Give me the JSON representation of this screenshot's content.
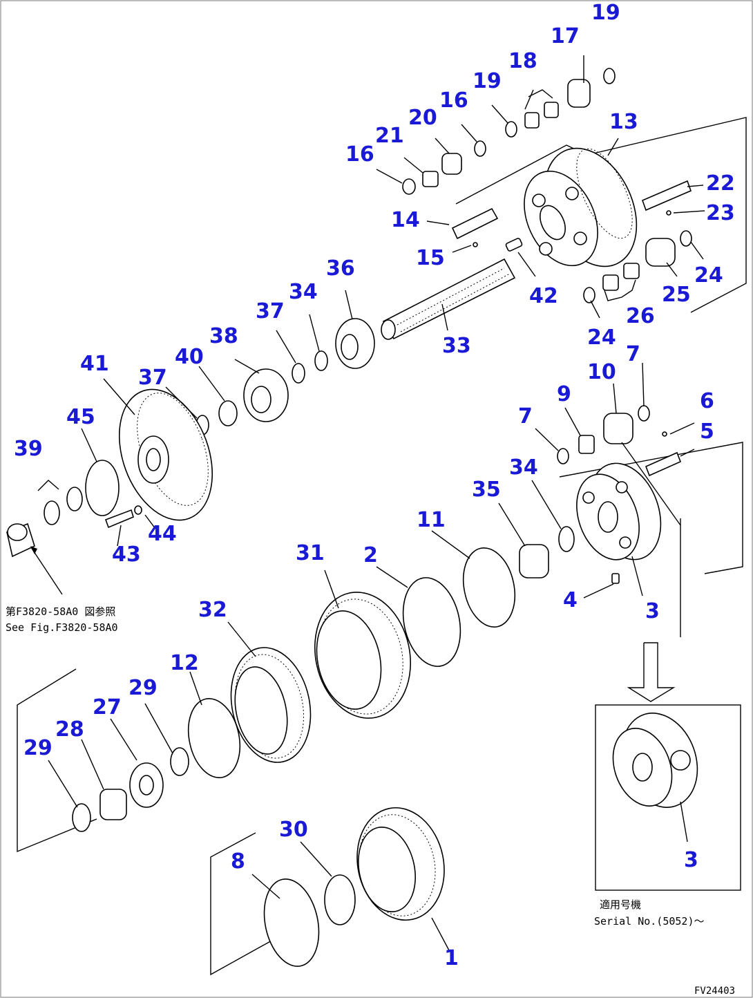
{
  "callouts": [
    "1",
    "2",
    "3",
    "3",
    "3",
    "4",
    "5",
    "6",
    "7",
    "7",
    "8",
    "9",
    "10",
    "11",
    "12",
    "13",
    "14",
    "15",
    "16",
    "16",
    "17",
    "18",
    "19",
    "19",
    "20",
    "21",
    "22",
    "23",
    "24",
    "24",
    "25",
    "26",
    "27",
    "28",
    "29",
    "29",
    "30",
    "31",
    "32",
    "33",
    "34",
    "34",
    "35",
    "36",
    "37",
    "37",
    "38",
    "39",
    "40",
    "41",
    "42",
    "43",
    "44",
    "45"
  ],
  "notes": {
    "ref_jp": "第F3820-58A0 図参照",
    "ref_en": "See Fig.F3820-58A0",
    "serial_jp": "適用号機",
    "serial_en": "Serial No.(5052)～",
    "drawing_code": "FV24403"
  }
}
